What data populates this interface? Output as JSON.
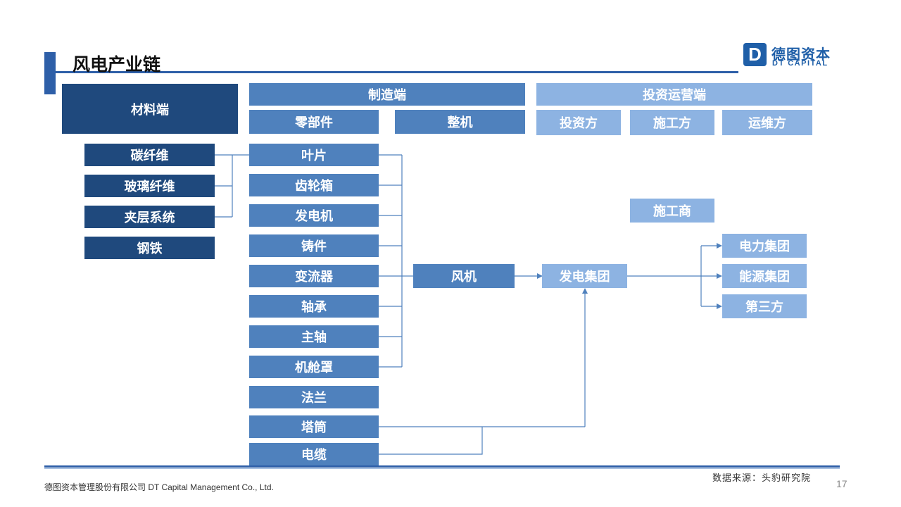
{
  "header": {
    "title": "风电产业链",
    "logo": {
      "mark": "D",
      "name_cn": "德图资本",
      "name_en": "DT CAPITAL"
    }
  },
  "columns": {
    "materials": "材料端",
    "manufacturing": "制造端",
    "parts": "零部件",
    "whole_machine": "整机",
    "investment_ops": "投资运营端",
    "investor": "投资方",
    "constructor": "施工方",
    "maintainer": "运维方"
  },
  "materials": [
    "碳纤维",
    "玻璃纤维",
    "夹层系统",
    "钢铁"
  ],
  "components": [
    "叶片",
    "齿轮箱",
    "发电机",
    "铸件",
    "变流器",
    "轴承",
    "主轴",
    "机舱罩",
    "法兰",
    "塔筒",
    "电缆"
  ],
  "nodes": {
    "turbine": "风机",
    "power_group": "发电集团",
    "construction_company": "施工商"
  },
  "operators": [
    "电力集团",
    "能源集团",
    "第三方"
  ],
  "footer": {
    "company": "德图资本管理股份有限公司  DT Capital Management  Co., Ltd.",
    "source": "数据来源：头豹研究院",
    "page": "17"
  },
  "colors": {
    "dark": "#1f497d",
    "mid": "#4f81bd",
    "light": "#8db3e2",
    "accent": "#2e5fa8"
  }
}
